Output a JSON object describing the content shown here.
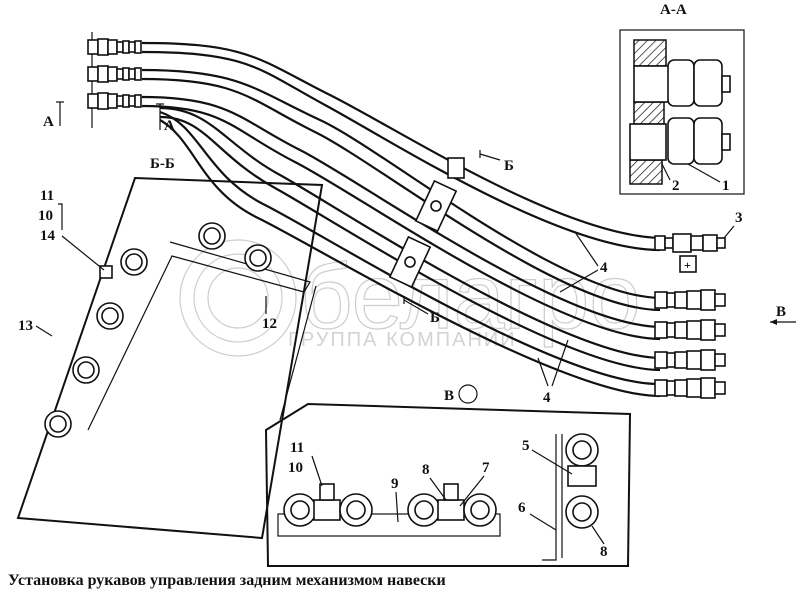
{
  "caption": "Установка рукавов управления задним механизмом навески",
  "watermark": {
    "brand": "белагро",
    "subtitle": "ГРУППА КОМПАНИЙ"
  },
  "views": {
    "section_aa": "А-А",
    "section_bb": "Б-Б",
    "view_v": "В"
  },
  "section_marks": {
    "a_left": "А",
    "a_right": "А",
    "b_top": "Б",
    "b_bottom": "Б",
    "v_arrow": "В"
  },
  "callouts": {
    "aa_1": "1",
    "aa_2": "2",
    "c3": "3",
    "c4_upper": "4",
    "c4_lower": "4",
    "bb_11": "11",
    "bb_10": "10",
    "bb_14": "14",
    "bb_13": "13",
    "bb_12": "12",
    "v_11": "11",
    "v_10": "10",
    "v_9": "9",
    "v_8a": "8",
    "v_7": "7",
    "v_5": "5",
    "v_6": "6",
    "v_8b": "8"
  }
}
